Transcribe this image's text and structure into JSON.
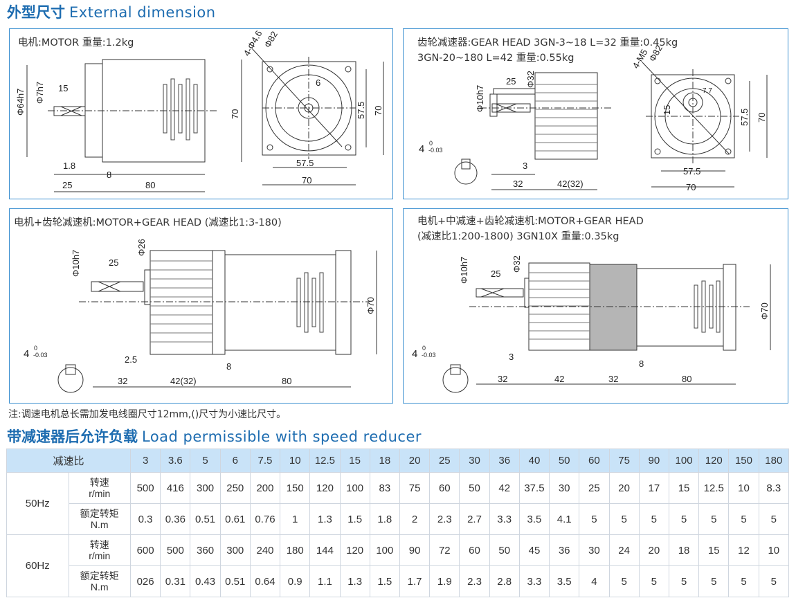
{
  "title_external": {
    "cn": "外型尺寸",
    "en": "External dimension"
  },
  "motor_panel": {
    "label": "电机:MOTOR  重量:1.2kg",
    "dims": {
      "shaft_dia": "Φ7h7",
      "body_dia": "Φ64h7",
      "key_len": "15",
      "d1": "1.8",
      "d2": "8",
      "d3": "25",
      "d4": "80",
      "d5": "70",
      "hole": "4-Φ4.6",
      "flange": "Φ82",
      "key": "6",
      "d6": "57.5",
      "d7": "70",
      "d8": "57.5",
      "d9": "70"
    }
  },
  "gear_panel": {
    "label1": "齿轮减速器:GEAR HEAD  3GN-3~18 L=32  重量:0.45kg",
    "label2": "3GN-20~180 L=42  重量:0.55kg",
    "dims": {
      "shaft": "Φ10h7",
      "key_len": "25",
      "boss": "Φ32",
      "d1": "3",
      "d2": "32",
      "d3": "42(32)",
      "key": "4",
      "tol": "-0.03",
      "tol0": "0",
      "hole": "4-M5",
      "flange": "Φ82",
      "k1": "7.7",
      "k2": "15",
      "k3": "57.5",
      "k4": "70",
      "k5": "57.5",
      "k6": "70"
    }
  },
  "mg_panel": {
    "label": "电机+齿轮减速机:MOTOR+GEAR HEAD (减速比1:3-180)",
    "dims": {
      "shaft": "Φ10h7",
      "boss": "Φ26",
      "key_len": "25",
      "d1": "2.5",
      "d2": "8",
      "d3": "32",
      "d4": "42(32)",
      "d5": "80",
      "dia": "Φ70",
      "key": "4",
      "tol": "-0.03",
      "tol0": "0"
    }
  },
  "mmg_panel": {
    "label1": "电机+中减速+齿轮减速机:MOTOR+GEAR HEAD",
    "label2": "(减速比1:200-1800)  3GN10X  重量:0.35kg",
    "dims": {
      "shaft": "Φ10h7",
      "boss": "Φ32",
      "key_len": "25",
      "d1": "3",
      "d2": "8",
      "d3": "32",
      "d4": "42",
      "d5": "32",
      "d6": "80",
      "dia": "Φ70",
      "key": "4",
      "tol": "-0.03",
      "tol0": "0"
    }
  },
  "note": "注:调速电机总长需加发电线圈尺寸12mm,()尺寸为小速比尺寸。",
  "title_load": {
    "cn": "带减速器后允许负载",
    "en": "Load permissible with speed reducer"
  },
  "table": {
    "ratio_label": "减速比",
    "ratios": [
      "3",
      "3.6",
      "5",
      "6",
      "7.5",
      "10",
      "12.5",
      "15",
      "18",
      "20",
      "25",
      "30",
      "36",
      "40",
      "50",
      "60",
      "75",
      "90",
      "100",
      "120",
      "150",
      "180"
    ],
    "groups": [
      {
        "hz": "50Hz",
        "rows": [
          {
            "param": "转速\nr/min",
            "values": [
              "500",
              "416",
              "300",
              "250",
              "200",
              "150",
              "120",
              "100",
              "83",
              "75",
              "60",
              "50",
              "42",
              "37.5",
              "30",
              "25",
              "20",
              "17",
              "15",
              "12.5",
              "10",
              "8.3"
            ]
          },
          {
            "param": "额定转矩\nN.m",
            "values": [
              "0.3",
              "0.36",
              "0.51",
              "0.61",
              "0.76",
              "1",
              "1.3",
              "1.5",
              "1.8",
              "2",
              "2.3",
              "2.7",
              "3.3",
              "3.5",
              "4.1",
              "5",
              "5",
              "5",
              "5",
              "5",
              "5",
              "5"
            ]
          }
        ]
      },
      {
        "hz": "60Hz",
        "rows": [
          {
            "param": "转速\nr/min",
            "values": [
              "600",
              "500",
              "360",
              "300",
              "240",
              "180",
              "144",
              "120",
              "100",
              "90",
              "72",
              "60",
              "50",
              "45",
              "36",
              "30",
              "24",
              "20",
              "18",
              "15",
              "12",
              "10"
            ]
          },
          {
            "param": "额定转矩\nN.m",
            "values": [
              "026",
              "0.31",
              "0.43",
              "0.51",
              "0.64",
              "0.9",
              "1.1",
              "1.3",
              "1.5",
              "1.7",
              "1.9",
              "2.3",
              "2.8",
              "3.3",
              "3.5",
              "4",
              "5",
              "5",
              "5",
              "5",
              "5",
              "5"
            ]
          }
        ]
      }
    ]
  },
  "colors": {
    "accent": "#1d6cb0",
    "border": "#3a8fd0",
    "header_bg": "#c9e3f8",
    "gear_gray": "#b5b5b5"
  }
}
